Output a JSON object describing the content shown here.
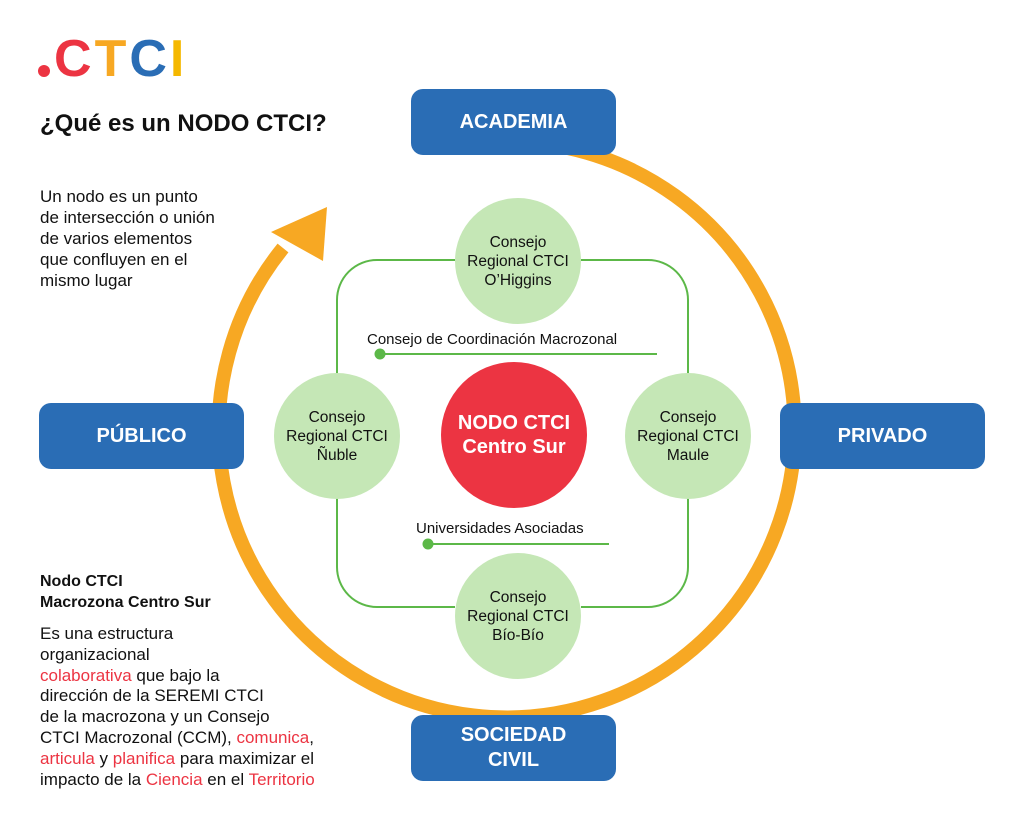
{
  "logo": {
    "letters": [
      "C",
      "T",
      "C",
      "I"
    ],
    "colors": [
      "#ec3442",
      "#f7a823",
      "#2a6db5",
      "#f5b800"
    ]
  },
  "heading": "¿Qué es un NODO CTCI?",
  "intro": [
    "Un nodo es un punto",
    "de intersección o unión",
    "de varios elementos",
    "que confluyen en el",
    "mismo lugar"
  ],
  "sectors": {
    "academia": "ACADEMIA",
    "publico": "PÚBLICO",
    "privado": "PRIVADO",
    "sociedad": [
      "SOCIEDAD",
      "CIVIL"
    ]
  },
  "center": [
    "NODO CTCI",
    "Centro Sur"
  ],
  "councils": {
    "ohiggins": [
      "Consejo",
      "Regional CTCI",
      "O’Higgins"
    ],
    "nuble": [
      "Consejo",
      "Regional CTCI",
      "Ñuble"
    ],
    "maule": [
      "Consejo",
      "Regional CTCI",
      "Maule"
    ],
    "biobio": [
      "Consejo",
      "Regional CTCI",
      "Bío-Bío"
    ]
  },
  "links": {
    "macro": "Consejo de Coordinación Macrozonal",
    "univ": "Universidades Asociadas"
  },
  "node": {
    "title": [
      "Nodo CTCI",
      "Macrozona Centro Sur"
    ],
    "desc": {
      "p1": "Es una estructura",
      "p2": "organizacional",
      "hl1": "colaborativa",
      "p3": " que bajo la",
      "p4": "dirección de la SEREMI CTCI",
      "p5": "de la macrozona y un Consejo",
      "p6": "CTCI Macrozonal (CCM), ",
      "hl2": "comunica",
      "p7": ",",
      "hl3": "articula",
      "p8": " y ",
      "hl4": "planifica",
      "p9": " para maximizar el",
      "p10": "impacto de la ",
      "hl5": "Ciencia",
      "p11": " en el ",
      "hl6": "Territorio"
    }
  },
  "colors": {
    "pill": "#2a6db5",
    "orange": "#f7a823",
    "green_fill": "#c5e7b6",
    "green_line": "#5cb848",
    "red": "#ec3442"
  }
}
